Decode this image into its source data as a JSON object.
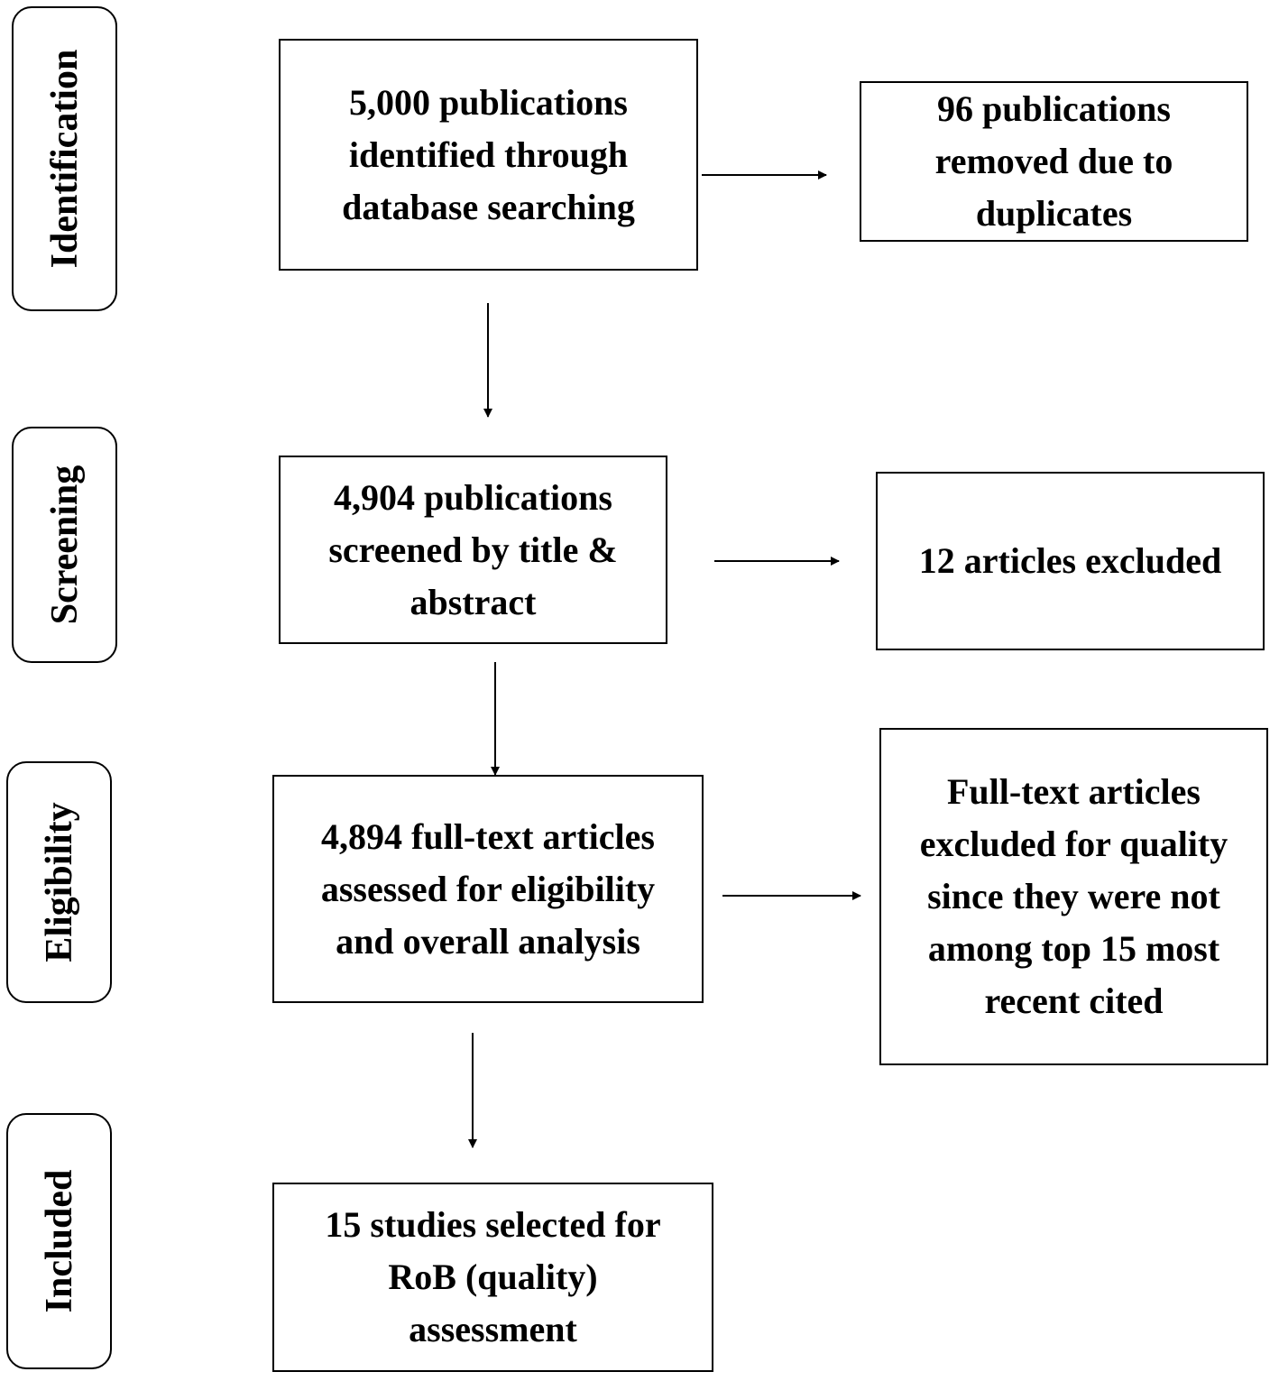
{
  "phases": {
    "identification": "Identification",
    "screening": "Screening",
    "eligibility": "Eligibility",
    "included": "Included"
  },
  "boxes": {
    "identified": "5,000 publications\nidentified through\ndatabase searching",
    "duplicates_removed": "96 publications\nremoved due to\nduplicates",
    "screened": "4,904 publications\nscreened by title &\nabstract",
    "screen_excluded": "12 articles excluded",
    "assessed": "4,894 full-text articles\nassessed for eligibility\nand overall analysis",
    "quality_excluded": "Full-text articles\nexcluded for quality\nsince they were not\namong top 15 most\nrecent cited",
    "included": "15 studies selected for\nRoB (quality)\nassessment"
  },
  "colors": {
    "stroke": "#000000",
    "background": "#ffffff"
  }
}
